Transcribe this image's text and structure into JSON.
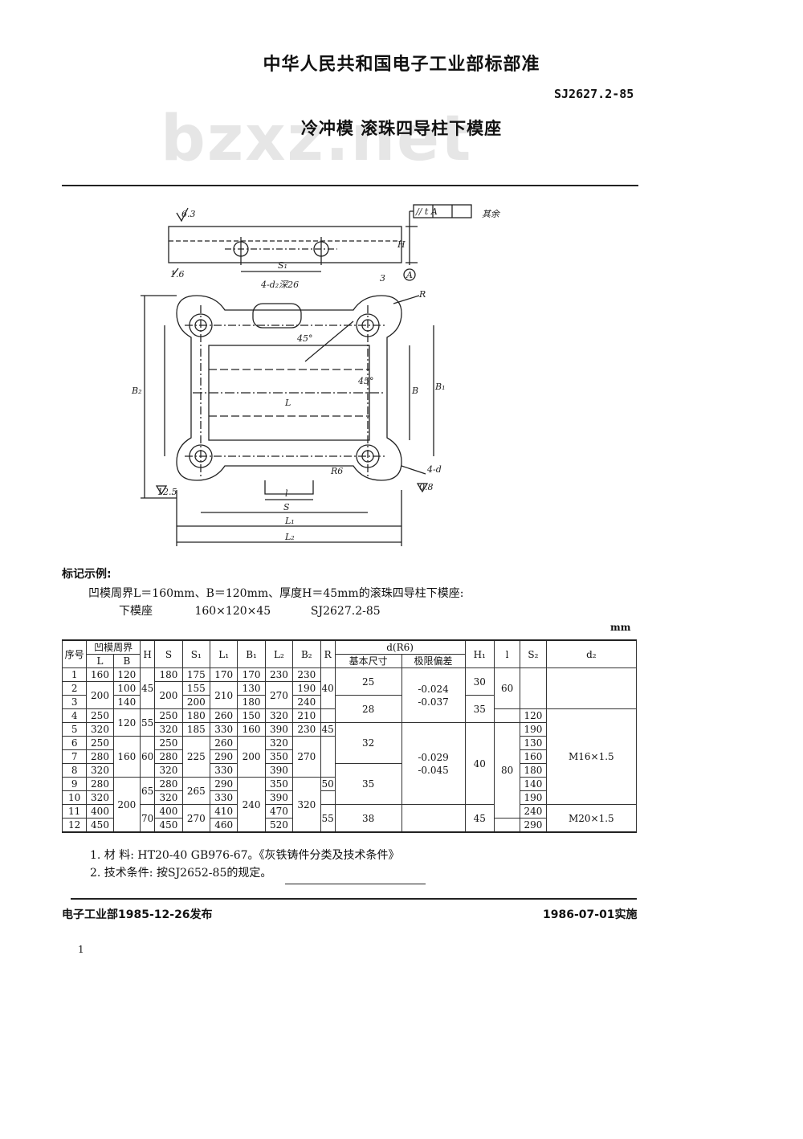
{
  "header": {
    "organization": "中华人民共和国电子工业部标部准",
    "standard_no": "SJ2627.2-85",
    "title": "冷冲模  滚珠四导柱下模座",
    "watermark": "bzxz.net"
  },
  "drawing": {
    "labels": {
      "roughness_top": "6.3",
      "parallel_frame": "// t A",
      "rest_roughness": "其余",
      "datum": "A",
      "s1": "S₁",
      "s_dim": "3",
      "hole_note": "4-d₂深26",
      "angle1": "45°",
      "angle2": "45°",
      "r_label": "R",
      "b2": "B₂",
      "b1": "B₁",
      "l_center": "L",
      "b": "B",
      "p1": "B₁",
      "l": "l",
      "s": "S",
      "l1": "L₁",
      "l2": "L₂",
      "four_d": "4-d",
      "roughness_bottom": "0.8",
      "roughness_left": "12.5",
      "roughness_side": "1.6",
      "h": "H",
      "r6": "R6"
    }
  },
  "example": {
    "label": "标记示例:",
    "line1": "凹模周界L＝160mm、B＝120mm、厚度H＝45mm的滚珠四导柱下模座:",
    "name": "下模座",
    "size": "160×120×45",
    "std": "SJ2627.2-85"
  },
  "table": {
    "unit": "mm",
    "headers": {
      "seq": "序号",
      "perimeter": "凹模周界",
      "L": "L",
      "B": "B",
      "H": "H",
      "S": "S",
      "S1": "S₁",
      "L1": "L₁",
      "B1": "B₁",
      "L2": "L₂",
      "B2": "B₂",
      "R": "R",
      "d": "d(R6)",
      "d_basic": "基本尺寸",
      "d_dev": "极限偏差",
      "H1": "H₁",
      "l": "l",
      "S2": "S₂",
      "d2": "d₂"
    },
    "seq": [
      "1",
      "2",
      "3",
      "4",
      "5",
      "6",
      "7",
      "8",
      "9",
      "10",
      "11",
      "12"
    ],
    "L": [
      "160",
      "",
      "",
      "250",
      "320",
      "250",
      "280",
      "320",
      "280",
      "320",
      "400",
      "450"
    ],
    "L_merged": "200",
    "B": [
      "120",
      "100",
      "140",
      "",
      "",
      "",
      "",
      "",
      "",
      "",
      "",
      ""
    ],
    "B_120": "120",
    "B_160": "160",
    "B_200": "200",
    "H": [
      "45",
      "55",
      "60",
      "65",
      "70"
    ],
    "S": [
      "180",
      "200",
      "250",
      "320",
      "250",
      "280",
      "320",
      "280",
      "320",
      "400",
      "450"
    ],
    "S1": [
      "175",
      "155",
      "200",
      "180",
      "185",
      "225",
      "265",
      "270"
    ],
    "L1": [
      "170",
      "210",
      "260",
      "330",
      "260",
      "290",
      "330",
      "290",
      "330",
      "410",
      "460"
    ],
    "B1": [
      "170",
      "130",
      "180",
      "150",
      "160",
      "200",
      "240"
    ],
    "L2": [
      "230",
      "270",
      "320",
      "390",
      "320",
      "350",
      "390",
      "350",
      "390",
      "470",
      "520"
    ],
    "B2": [
      "230",
      "190",
      "240",
      "210",
      "230",
      "270",
      "320"
    ],
    "R": [
      "40",
      "45",
      "50",
      "55"
    ],
    "d_basic": [
      "25",
      "28",
      "32",
      "35",
      "38"
    ],
    "d_dev1": "-0.024",
    "d_dev2": "-0.037",
    "d_dev3": "-0.029",
    "d_dev4": "-0.045",
    "H1": [
      "30",
      "35",
      "40",
      "45"
    ],
    "l": [
      "60",
      "80"
    ],
    "S2": [
      "120",
      "190",
      "130",
      "160",
      "180",
      "140",
      "190",
      "240",
      "290"
    ],
    "d2": [
      "M16×1.5",
      "M20×1.5"
    ]
  },
  "notes": {
    "n1": "1. 材    料: HT20-40  GB976-67。《灰铁铸件分类及技术条件》",
    "n2": "2. 技术条件: 按SJ2652-85的规定。"
  },
  "footer": {
    "issued": "电子工业部1985-12-26发布",
    "effective": "1986-07-01实施",
    "page": "1"
  }
}
